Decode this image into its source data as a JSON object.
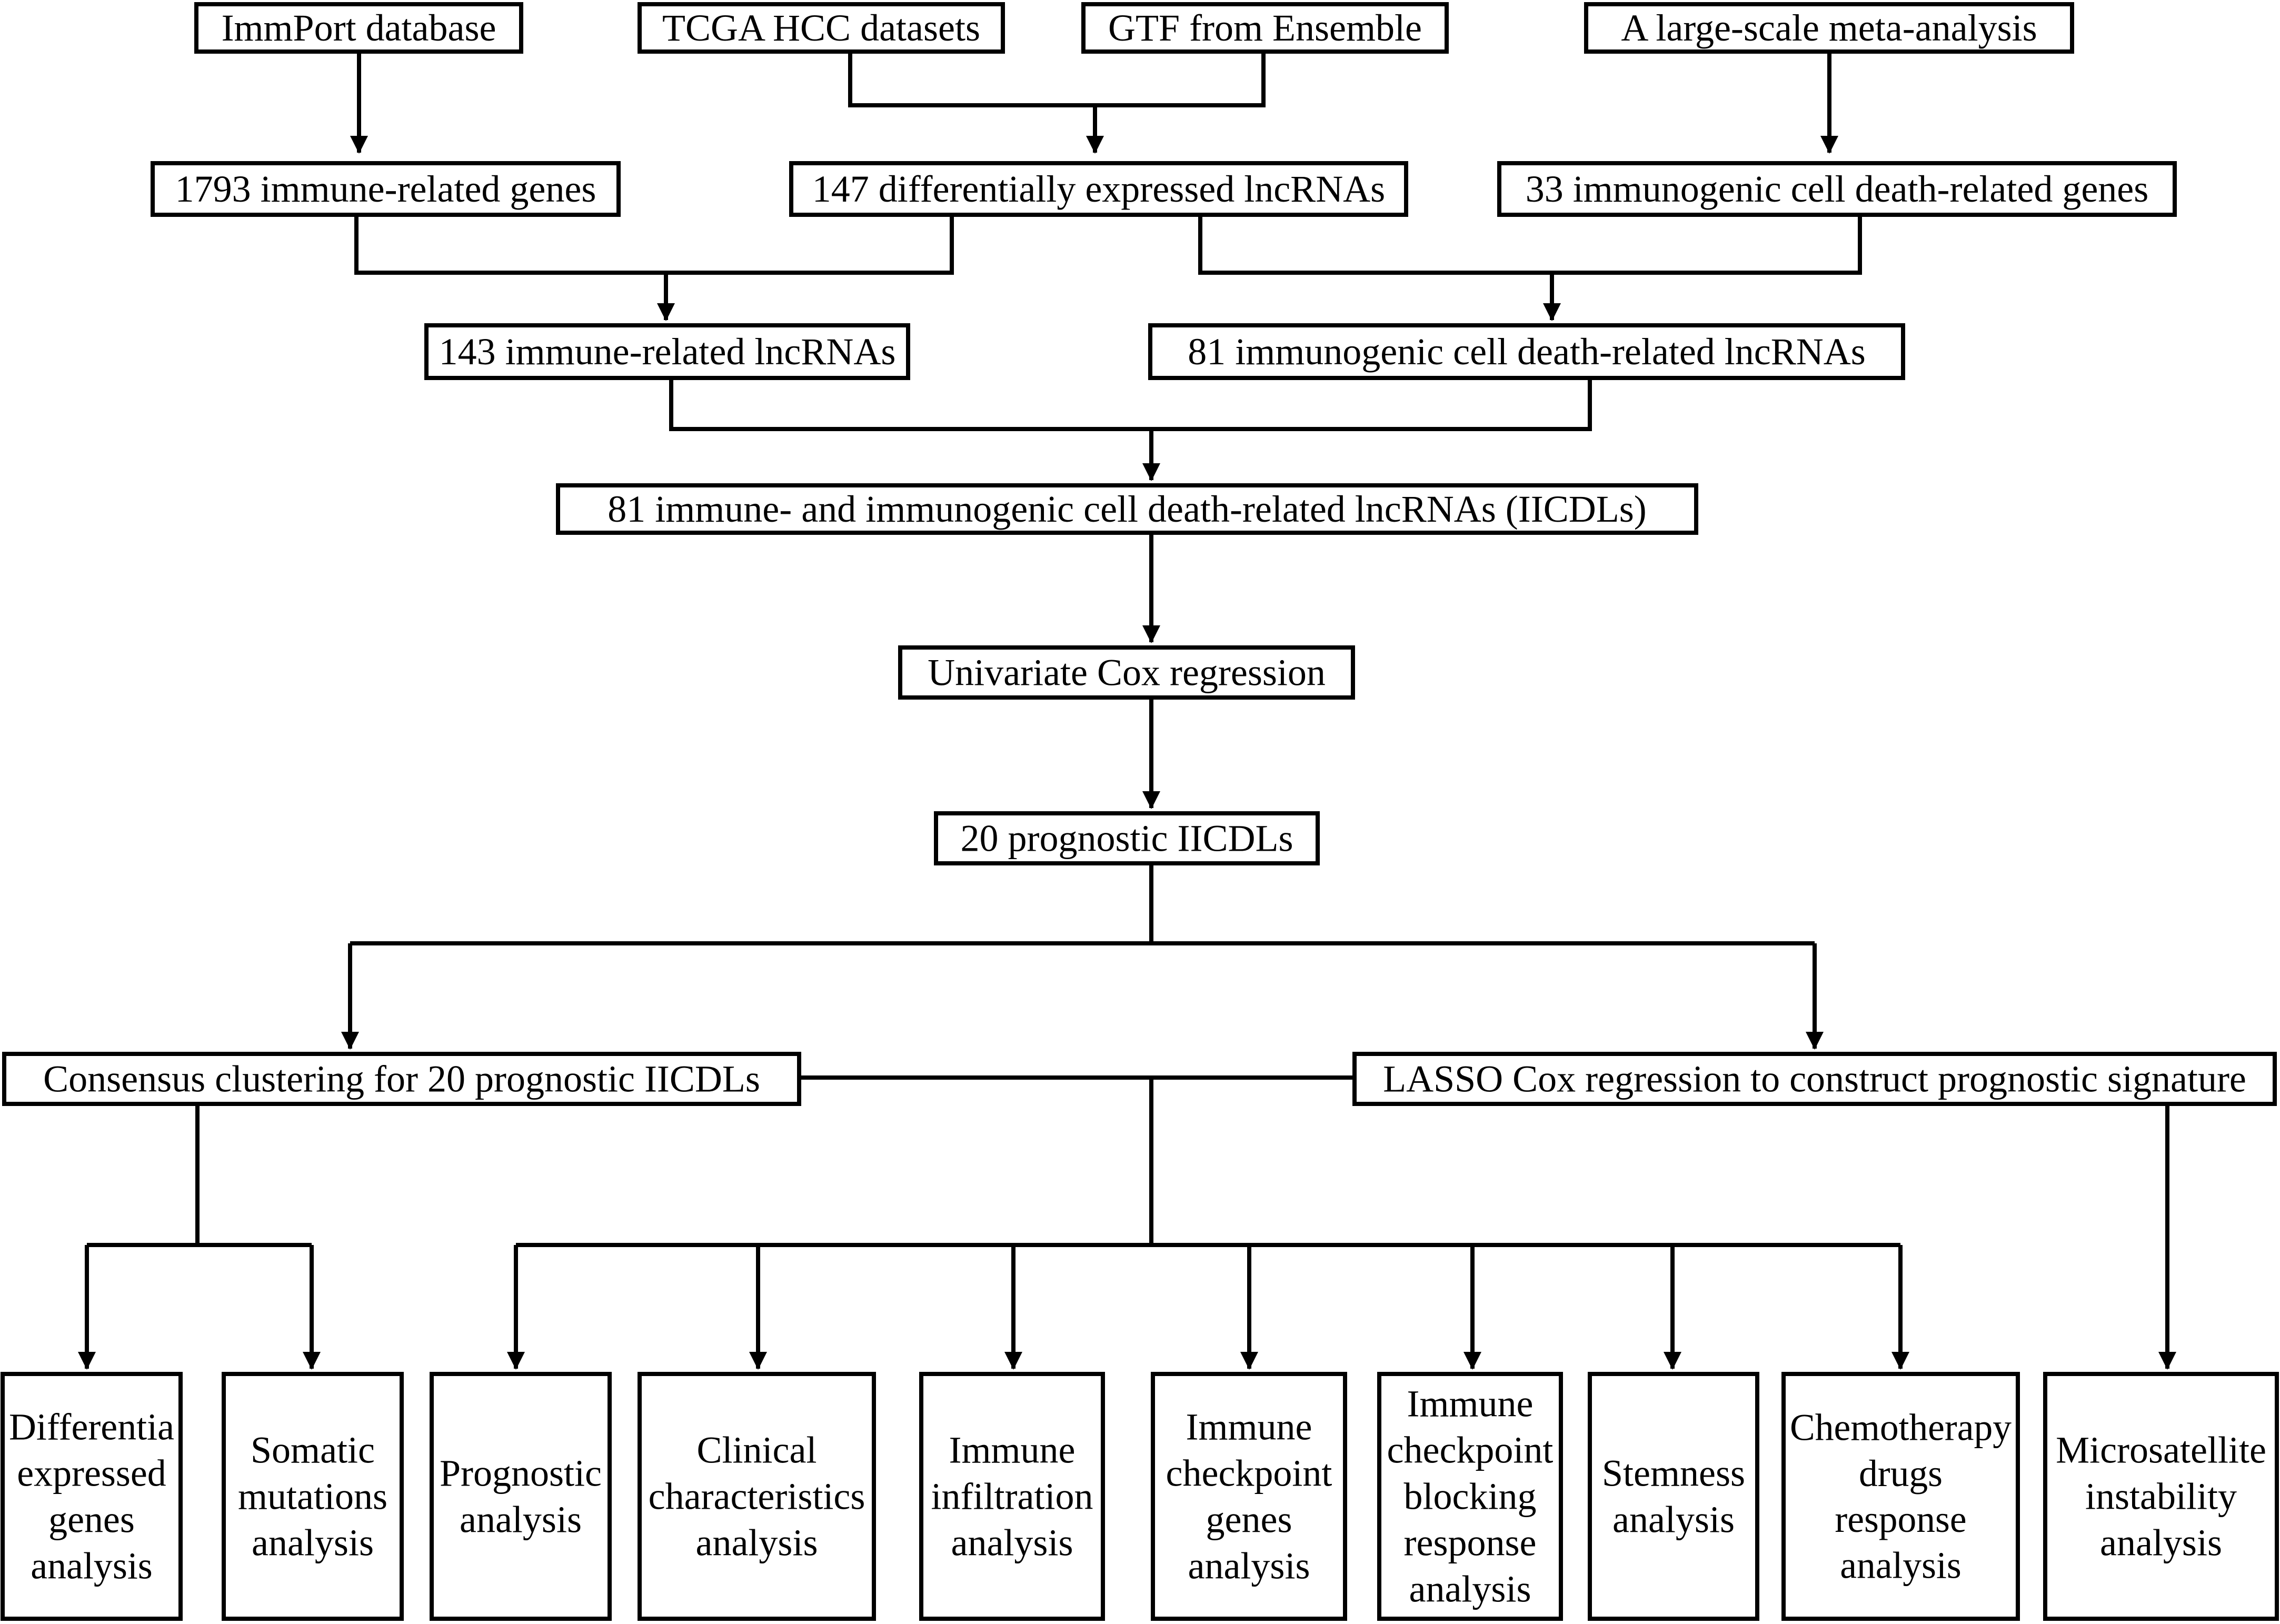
{
  "nodes": {
    "immport": {
      "lines": [
        "ImmPort database"
      ]
    },
    "tcga": {
      "lines": [
        "TCGA HCC datasets"
      ]
    },
    "gtf": {
      "lines": [
        "GTF from Ensemble"
      ]
    },
    "meta": {
      "lines": [
        "A large-scale meta-analysis"
      ]
    },
    "immune_genes": {
      "lines": [
        "1793 immune-related genes"
      ]
    },
    "de_lncrnas": {
      "lines": [
        "147 differentially expressed lncRNAs"
      ]
    },
    "icd_genes": {
      "lines": [
        "33 immunogenic cell death-related genes"
      ]
    },
    "immune_lncrnas": {
      "lines": [
        "143 immune-related lncRNAs"
      ]
    },
    "icd_lncrnas": {
      "lines": [
        "81 immunogenic cell death-related lncRNAs"
      ]
    },
    "iicdls": {
      "lines": [
        "81  immune- and immunogenic cell death-related lncRNAs (IICDLs)"
      ]
    },
    "univariate": {
      "lines": [
        "Univariate Cox regression"
      ]
    },
    "prognostic_iicdls": {
      "lines": [
        "20  prognostic IICDLs"
      ]
    },
    "consensus": {
      "lines": [
        "Consensus clustering for 20 prognostic IICDLs"
      ]
    },
    "lasso": {
      "lines": [
        "LASSO Cox regression to construct prognostic signature"
      ]
    },
    "deg": {
      "lines": [
        "Differentia",
        "expressed",
        "genes",
        "analysis"
      ]
    },
    "somatic": {
      "lines": [
        "Somatic",
        "mutations",
        "analysis"
      ]
    },
    "prognostic": {
      "lines": [
        "Prognostic",
        "analysis"
      ]
    },
    "clinical": {
      "lines": [
        "Clinical",
        "characteristics",
        "analysis"
      ]
    },
    "infiltration": {
      "lines": [
        "Immune",
        "infiltration",
        "analysis"
      ]
    },
    "checkpoint": {
      "lines": [
        "Immune",
        "checkpoint",
        "genes",
        "analysis"
      ]
    },
    "icb": {
      "lines": [
        "Immune",
        "checkpoint",
        "blocking",
        "response",
        "analysis"
      ]
    },
    "stemness": {
      "lines": [
        "Stemness",
        "analysis"
      ]
    },
    "chemo": {
      "lines": [
        "Chemotherapy",
        "drugs",
        "response",
        "analysis"
      ]
    },
    "msi": {
      "lines": [
        "Microsatellite",
        "instability",
        "analysis"
      ]
    }
  }
}
